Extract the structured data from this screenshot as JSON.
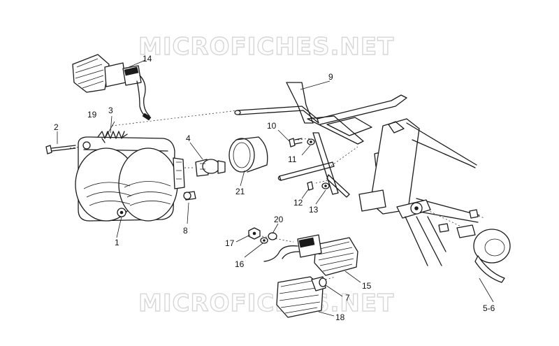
{
  "watermark": {
    "top": "MICROFICHES.NET",
    "bottom": "MICROFICHES.NET"
  },
  "callouts": {
    "headlight": "1",
    "screw": "2",
    "spring": "3",
    "bulb": "4",
    "horn": "5-6",
    "front_right_indicator": "7",
    "parking_bulb": "8",
    "bracket": "9",
    "bolt": "10",
    "washer_upper": "11",
    "bolt_lower": "12",
    "washer_lower": "13",
    "rear_indicator": "14",
    "front_left_indicator": "15",
    "washer_small": "16",
    "nut": "17",
    "front_indicator_lower": "18",
    "spring_holder": "19",
    "grommet": "20",
    "bulb_cover": "21"
  }
}
